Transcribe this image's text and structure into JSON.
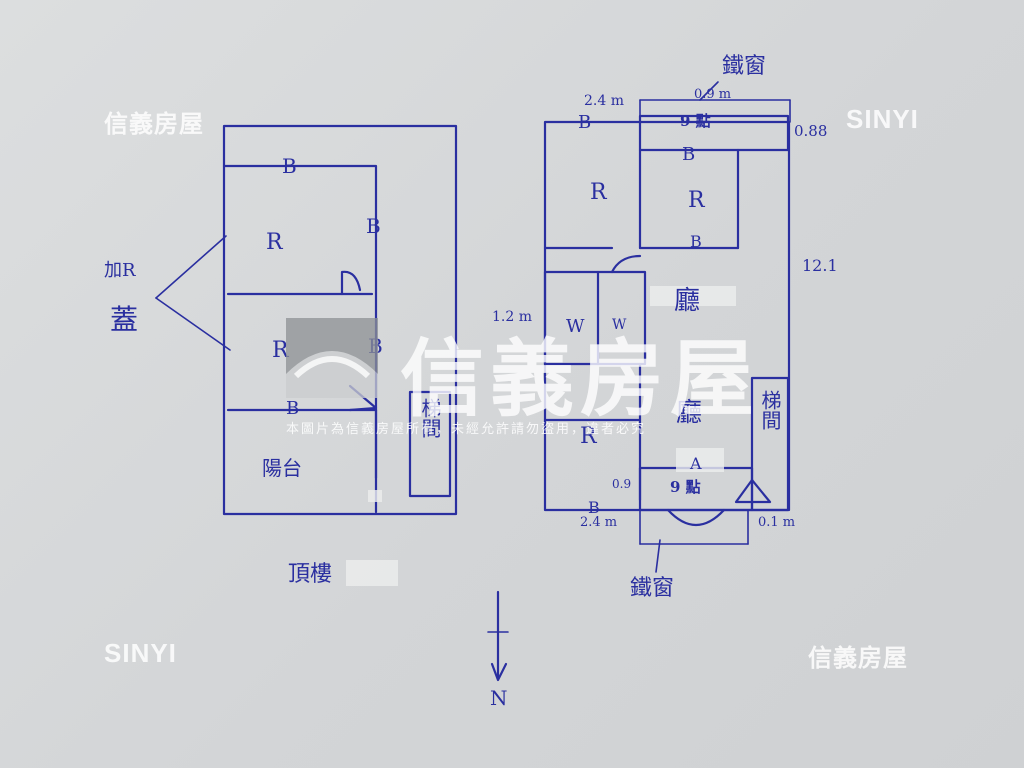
{
  "watermarks": {
    "top_left": "信義房屋",
    "top_right": "SINYI",
    "bottom_left": "SINYI",
    "bottom_right": "信義房屋",
    "center": "信義房屋",
    "notice": "本圖片為信義房屋所有，未經允許請勿盜用，違者必究"
  },
  "left_plan": {
    "room_r1": "R",
    "room_r2": "R",
    "door_b_top": "B",
    "door_b_right1": "B",
    "door_b_right2": "B",
    "door_b_bottom": "B",
    "balcony": "陽台",
    "stairs": "梯間",
    "side_label_top": "加R",
    "side_label_bottom": "蓋",
    "floor_label": "頂樓"
  },
  "right_plan": {
    "iron_window_top": "鐵窗",
    "iron_window_bottom": "鐵窗",
    "dim_top": "0.9 m",
    "dim_top_left": "2.4 m",
    "dim_right_top": "0.88",
    "dim_right_mid": "12.1",
    "dim_left_mid": "1.2 m",
    "dim_bottom_left": "2.4 m",
    "dim_bottom_right": "0.1 m",
    "dim_bottom_small": "0.9",
    "room_r_left": "R",
    "room_r_right": "R",
    "room_r_bottom": "R",
    "living_top": "廳",
    "living_bottom": "廳",
    "wc1": "W",
    "wc2": "W",
    "door_b1": "B",
    "door_b2": "B",
    "door_b3": "B",
    "door_b4": "B",
    "kitchen_top": "A",
    "stairs": "梯間",
    "win_top": "9 點",
    "win_bottom": "9 點"
  },
  "north_label": "N"
}
